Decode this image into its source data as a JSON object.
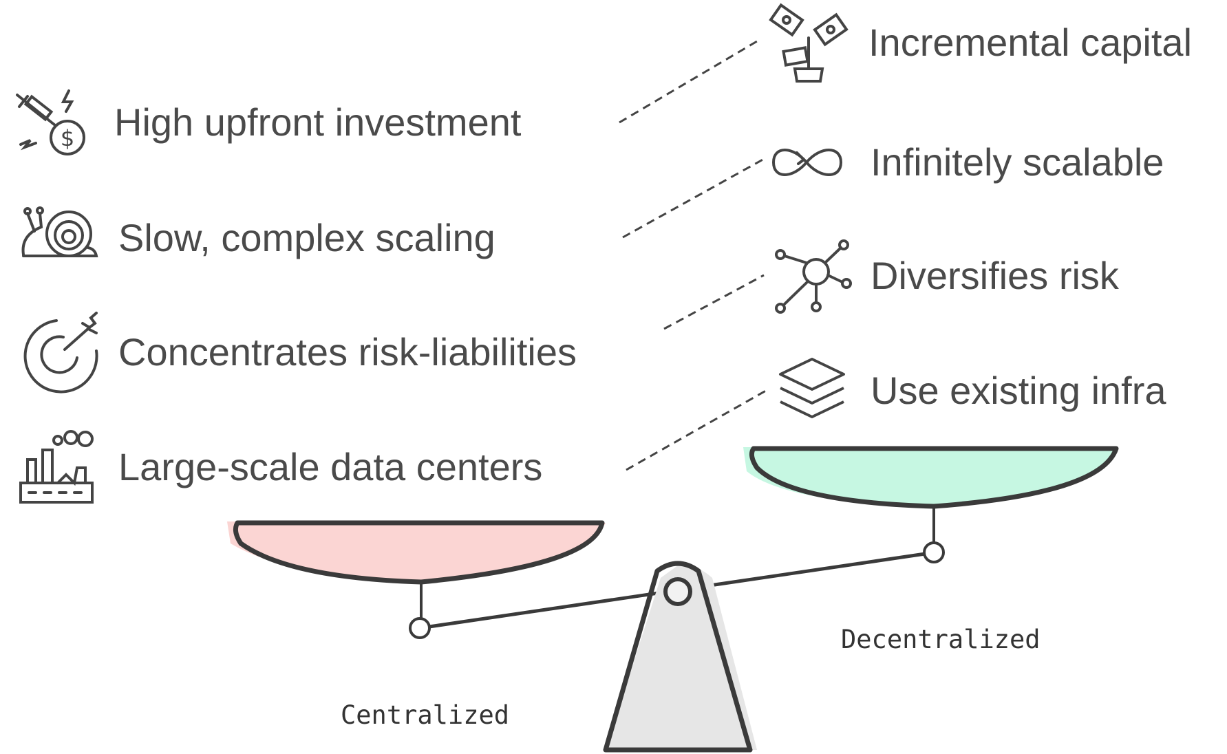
{
  "labels": {
    "centralized": "Centralized",
    "decentralized": "Decentralized"
  },
  "centralized_items": [
    {
      "label": "High upfront investment",
      "icon": "syringe-dollar-icon"
    },
    {
      "label": "Slow, complex scaling",
      "icon": "snail-icon"
    },
    {
      "label": "Concentrates risk-liabilities",
      "icon": "target-arrow-icon"
    },
    {
      "label": "Large-scale data centers",
      "icon": "factory-icon"
    }
  ],
  "decentralized_items": [
    {
      "label": "Incremental capital",
      "icon": "money-plant-icon"
    },
    {
      "label": "Infinitely scalable",
      "icon": "infinity-icon"
    },
    {
      "label": "Diversifies risk",
      "icon": "network-hub-icon"
    },
    {
      "label": "Use existing infra",
      "icon": "layers-icon"
    }
  ],
  "colors": {
    "centralized_pan": "#fbd5d3",
    "decentralized_pan": "#c6f7e2",
    "stroke": "#3a3a3a",
    "stand": "#e6e6e6",
    "text": "#4a4a4a"
  }
}
